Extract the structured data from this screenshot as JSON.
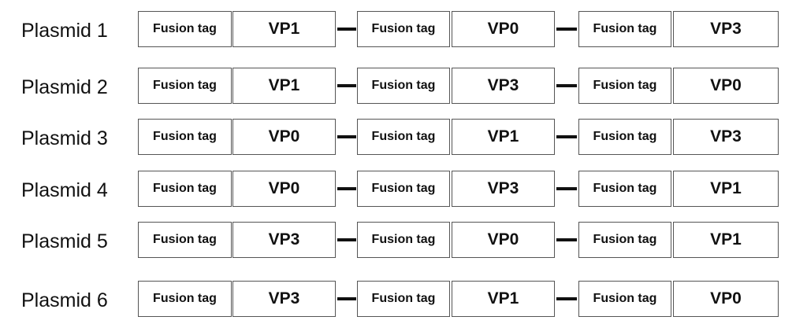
{
  "plasmids": [
    {
      "label": "Plasmid 1",
      "segments": [
        {
          "tag": "Fusion tag",
          "vp": "VP1"
        },
        {
          "tag": "Fusion tag",
          "vp": "VP0"
        },
        {
          "tag": "Fusion tag",
          "vp": "VP3"
        }
      ]
    },
    {
      "label": "Plasmid 2",
      "segments": [
        {
          "tag": "Fusion tag",
          "vp": "VP1"
        },
        {
          "tag": "Fusion tag",
          "vp": "VP3"
        },
        {
          "tag": "Fusion tag",
          "vp": "VP0"
        }
      ]
    },
    {
      "label": "Plasmid 3",
      "segments": [
        {
          "tag": "Fusion tag",
          "vp": "VP0"
        },
        {
          "tag": "Fusion tag",
          "vp": "VP1"
        },
        {
          "tag": "Fusion tag",
          "vp": "VP3"
        }
      ]
    },
    {
      "label": "Plasmid 4",
      "segments": [
        {
          "tag": "Fusion tag",
          "vp": "VP0"
        },
        {
          "tag": "Fusion tag",
          "vp": "VP3"
        },
        {
          "tag": "Fusion tag",
          "vp": "VP1"
        }
      ]
    },
    {
      "label": "Plasmid 5",
      "segments": [
        {
          "tag": "Fusion tag",
          "vp": "VP3"
        },
        {
          "tag": "Fusion tag",
          "vp": "VP0"
        },
        {
          "tag": "Fusion tag",
          "vp": "VP1"
        }
      ]
    },
    {
      "label": "Plasmid 6",
      "segments": [
        {
          "tag": "Fusion tag",
          "vp": "VP3"
        },
        {
          "tag": "Fusion tag",
          "vp": "VP1"
        },
        {
          "tag": "Fusion tag",
          "vp": "VP0"
        }
      ]
    }
  ]
}
